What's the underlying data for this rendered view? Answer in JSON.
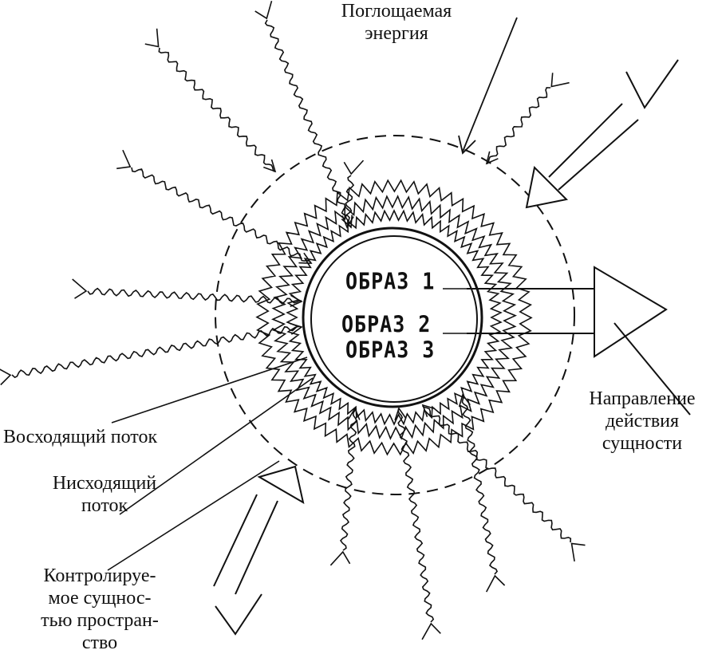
{
  "labels": {
    "absorbed_energy": "Поглощаемая энергия",
    "ascending_flow": "Восходящий поток",
    "descending_flow": "Нисходящий поток",
    "controlled_space": "Контролируе-\nмое сущнос-\nтью простран-\nство",
    "action_direction": "Направление действия сущности"
  },
  "images": [
    {
      "label": "ОБРАЗ 1"
    },
    {
      "label": "ОБРАЗ 2"
    },
    {
      "label": "ОБРАЗ 3"
    }
  ],
  "colors": {
    "ink": "#111111",
    "background": "#ffffff"
  }
}
